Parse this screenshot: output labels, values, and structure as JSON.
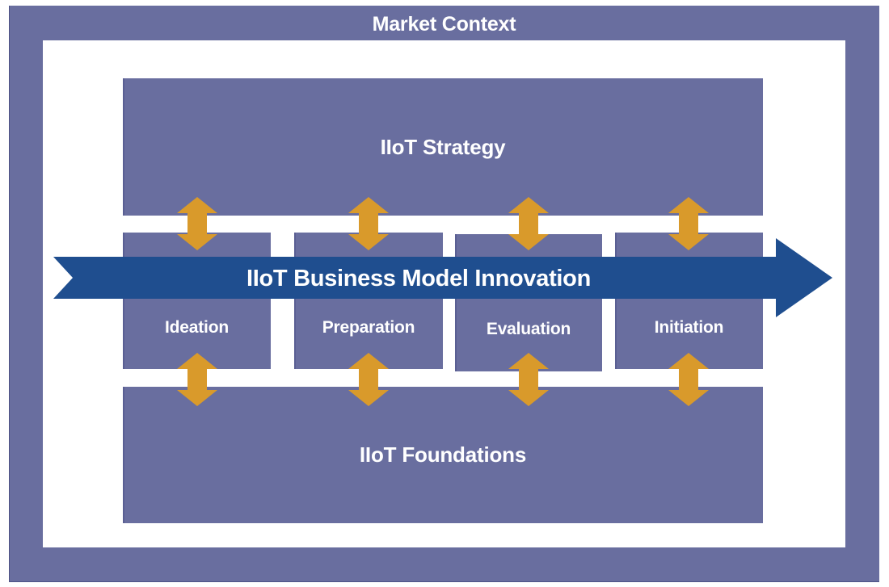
{
  "diagram": {
    "title": "IIoT Business Model Innovation Framework",
    "colors": {
      "frame": "#696e9f",
      "box": "#696e9f",
      "main_arrow": "#1f4e8f",
      "connector_arrows": "#d99a2b",
      "background": "#ffffff",
      "text": "#ffffff"
    },
    "outer_frame": {
      "label": "Market Context"
    },
    "top_box": {
      "label": "IIoT Strategy"
    },
    "bottom_box": {
      "label": "IIoT Foundations"
    },
    "main_arrow": {
      "label": "IIoT Business Model Innovation",
      "direction": "right"
    },
    "phases": [
      {
        "label": "Ideation"
      },
      {
        "label": "Preparation"
      },
      {
        "label": "Evaluation"
      },
      {
        "label": "Initiation"
      }
    ],
    "connectors": [
      {
        "from": "IIoT Strategy",
        "to": "Ideation",
        "type": "bidirectional"
      },
      {
        "from": "IIoT Strategy",
        "to": "Preparation",
        "type": "bidirectional"
      },
      {
        "from": "IIoT Strategy",
        "to": "Evaluation",
        "type": "bidirectional"
      },
      {
        "from": "IIoT Strategy",
        "to": "Initiation",
        "type": "bidirectional"
      },
      {
        "from": "Ideation",
        "to": "IIoT Foundations",
        "type": "bidirectional"
      },
      {
        "from": "Preparation",
        "to": "IIoT Foundations",
        "type": "bidirectional"
      },
      {
        "from": "Evaluation",
        "to": "IIoT Foundations",
        "type": "bidirectional"
      },
      {
        "from": "Initiation",
        "to": "IIoT Foundations",
        "type": "bidirectional"
      }
    ]
  }
}
